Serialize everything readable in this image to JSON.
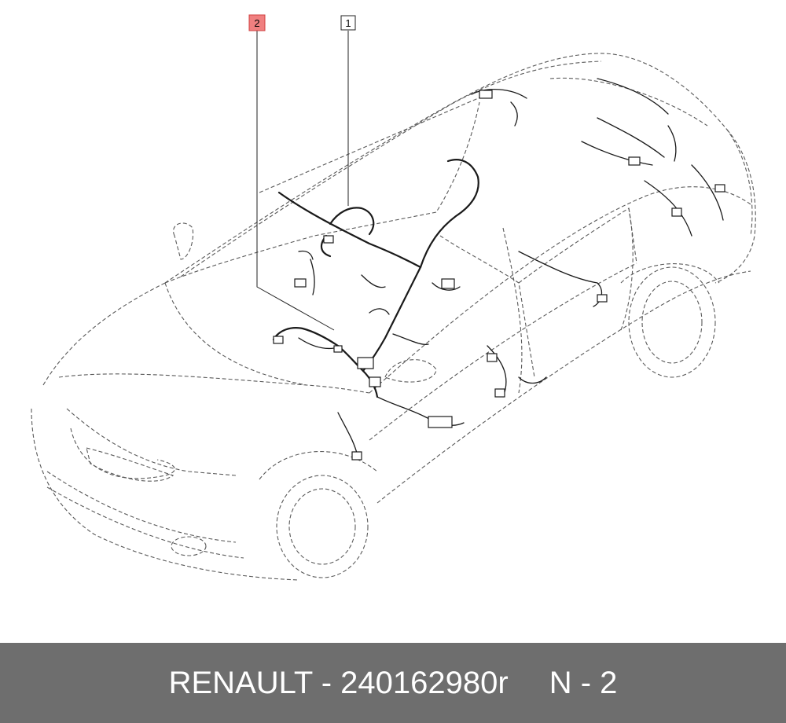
{
  "diagram": {
    "callouts": [
      {
        "label": "2",
        "highlighted": true,
        "color": "#f08080"
      },
      {
        "label": "1",
        "highlighted": false
      }
    ]
  },
  "footer": {
    "brand_part": "RENAULT - 240162980r",
    "reference": "N - 2",
    "background": "#6e6e6e"
  }
}
